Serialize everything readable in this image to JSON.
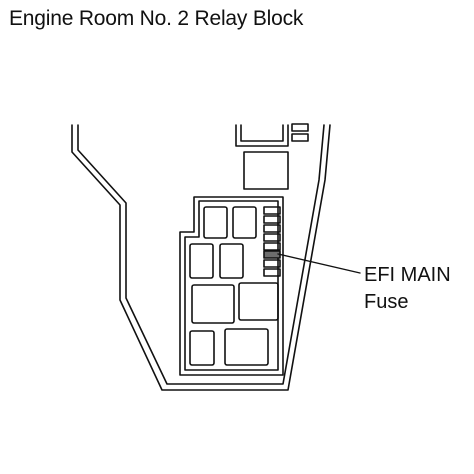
{
  "title": "Engine Room No. 2 Relay Block",
  "callout": {
    "line1": "EFI MAIN",
    "line2": "Fuse"
  },
  "colors": {
    "stroke": "#111111",
    "highlight_fill": "#6e6e6e",
    "background": "#ffffff"
  }
}
